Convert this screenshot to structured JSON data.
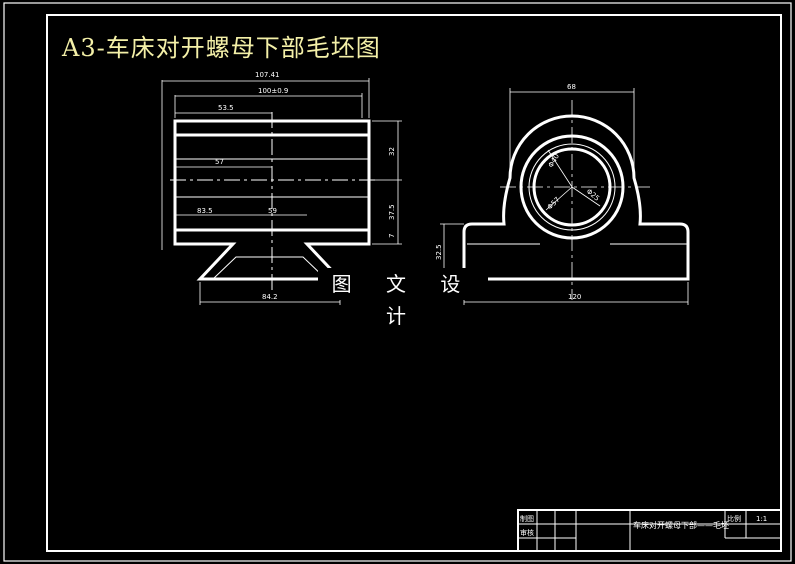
{
  "title": "A3-车床对开螺母下部毛坯图",
  "watermark": "图 文 设 计",
  "front_view": {
    "dims": {
      "overall_width": "107.41",
      "inner_width": "100±0.9",
      "top_offset": "53.5",
      "mid_offset": "57",
      "left_offset": "83.5",
      "right_offset": "59",
      "bottom_width": "84.2",
      "right_height_top": "32",
      "right_height_bottom": "37.5",
      "right_small": "7"
    }
  },
  "side_view": {
    "dims": {
      "top_width": "68",
      "bore_diameter": "Φ40",
      "boss_diameter_1": "Φ57",
      "boss_diameter_2": "Φ25",
      "left_height": "32.5",
      "base_width": "120"
    }
  },
  "title_block": {
    "drawn_label": "制图",
    "check_label": "审核",
    "part_name": "车床对开螺母下部——毛坯",
    "scale_label": "比例",
    "scale_value": "1:1"
  },
  "colors": {
    "background": "#000000",
    "lines": "#ffffff",
    "title": "#f4f0a8"
  }
}
